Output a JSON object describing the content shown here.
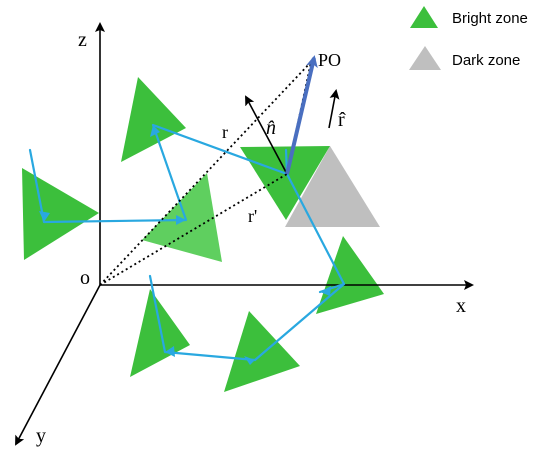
{
  "legend": {
    "bright_label": "Bright zone",
    "dark_label": "Dark zone"
  },
  "axes": {
    "origin": "o",
    "x": "x",
    "y": "y",
    "z": "z"
  },
  "labels": {
    "po": "PO",
    "r": "r",
    "r_prime": "r'",
    "n_hat": "n̂",
    "r_hat": "r̂"
  },
  "colors": {
    "bright": "#3cbf3c",
    "bright_light": "#5fcf5f",
    "dark": "#bfbfbf",
    "path": "#29a8e0",
    "po_arrow": "#4a6fc0",
    "ink": "#000000"
  }
}
